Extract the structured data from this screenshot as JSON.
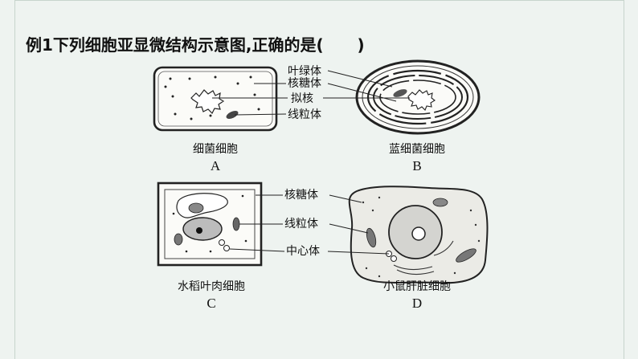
{
  "question": {
    "number": "例1",
    "stem": "下列细胞亚显微结构示意图,正确的是(",
    "blank": "      ",
    "close": ")"
  },
  "panels": [
    {
      "caption": "细菌细胞",
      "letter": "A"
    },
    {
      "caption": "蓝细菌细胞",
      "letter": "B"
    },
    {
      "caption": "水稻叶肉细胞",
      "letter": "C"
    },
    {
      "caption": "小鼠肝脏细胞",
      "letter": "D"
    }
  ],
  "labels_top": [
    "叶绿体",
    "核糖体",
    "拟核",
    "线粒体"
  ],
  "labels_bottom": [
    "核糖体",
    "线粒体",
    "中心体"
  ]
}
